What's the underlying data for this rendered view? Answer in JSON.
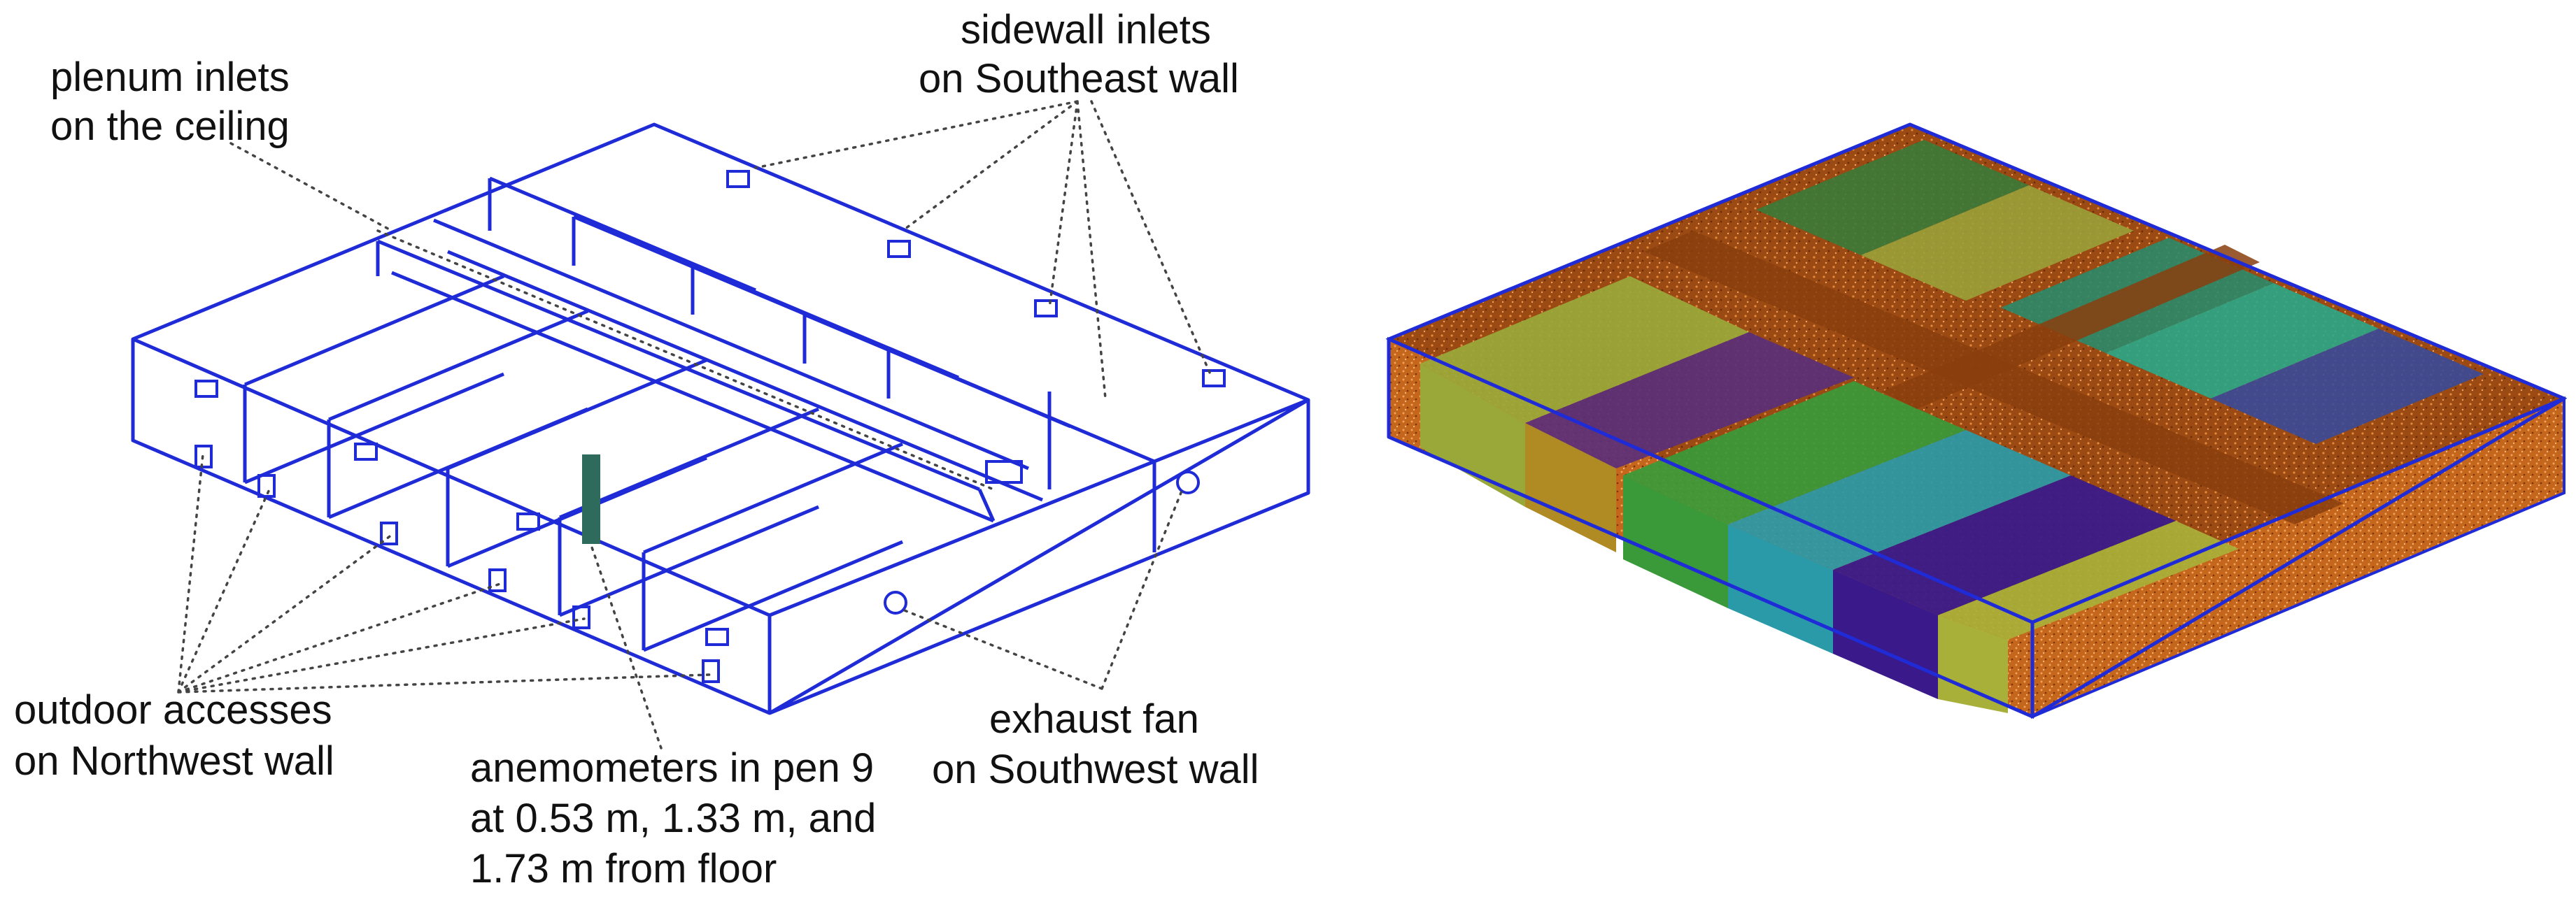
{
  "labels": {
    "plenum_l1": "plenum inlets",
    "plenum_l2": "on the ceiling",
    "sidewall_l1": "sidewall inlets",
    "sidewall_l2": "on Southeast wall",
    "outdoor_l1": "outdoor accesses",
    "outdoor_l2": "on Northwest wall",
    "anemo_l1": "anemometers in pen 9",
    "anemo_l2": "at 0.53 m, 1.33 m, and",
    "anemo_l3": "1.73 m from floor",
    "exhaust_l1": "exhaust fan",
    "exhaust_l2": "on Southwest wall"
  },
  "colors": {
    "wireframe": "#1f2bd6",
    "anemometer": "#2f6b5c",
    "mesh_alley": "#8a3e0e",
    "mesh_outer": "#c8661a",
    "pen_colors": [
      "#9aa83a",
      "#5a2f7a",
      "#b08a22",
      "#3a9a3a",
      "#2a9aa8",
      "#3a1a8a",
      "#a8b03a",
      "#2a8a6a",
      "#2aa88a",
      "#3a4a9a"
    ]
  }
}
